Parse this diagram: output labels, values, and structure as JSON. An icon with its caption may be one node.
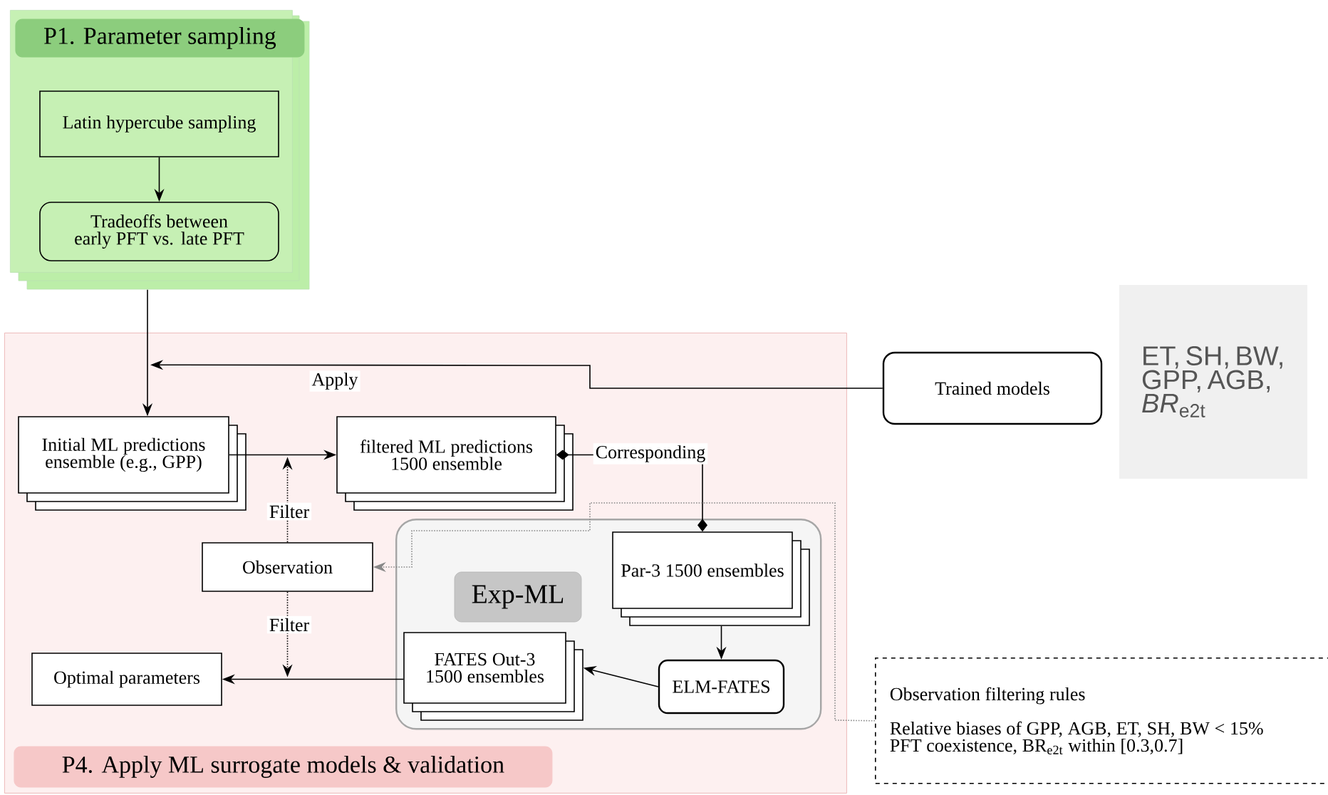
{
  "diagram": {
    "nodes": [
      {
        "text": [
          "P1. Parameter sampling"
        ]
      },
      {
        "text": [
          "Latin hypercube sampling"
        ],
        "in": 0
      },
      {
        "text": [
          "Tradeoffs between early PFT vs. late PFT"
        ],
        "in": 0
      },
      {
        "text": [
          "P4. Apply ML surrogate models & validation"
        ]
      },
      {
        "text": [
          "Initial ML predictions ensemble (e.g., GPP)"
        ],
        "in": 3
      },
      {
        "text": [
          "filtered ML predictions 1500 ensemble"
        ],
        "in": 3
      },
      {
        "text": [
          "Exp-ML"
        ],
        "in": 3
      },
      {
        "text": [
          "Observation"
        ],
        "in": 3
      },
      {
        "text": [
          "Par-3 1500 ensembles"
        ],
        "in": 6
      },
      {
        "text": [
          "ELM-FATES"
        ],
        "in": 6
      },
      {
        "text": [
          "FATES Out-3 1500 ensembles"
        ],
        "in": 6
      },
      {
        "text": [
          "Optimal parameters"
        ],
        "in": 3
      },
      {
        "text": [
          "Trained models"
        ]
      },
      {
        "text": [
          "ET, SH, BW, GPP, AGB, *BR*$_{e2t}$"
        ]
      },
      {
        "text": [
          "Observation filtering rules",
          "Relative biases of GPP, AGB, ET, SH, BW < 15%",
          "PFT coexistence, BR$_{e2t}$ within [0.3,0.7]"
        ]
      }
    ],
    "edges": [
      {
        "from": 1,
        "to": 2,
        "arrow": "to"
      },
      {
        "from": 0,
        "to": 4,
        "arrow": "to"
      },
      {
        "from": 12,
        "to": 4,
        "arrow": "to",
        "label": "Apply"
      },
      {
        "from": 4,
        "to": 5,
        "arrow": "to"
      },
      {
        "from": 7,
        "to": null,
        "arrow": "to",
        "style": "dashed",
        "label": "Filter"
      },
      {
        "from": 5,
        "to": 8,
        "arrow": "other",
        "label": "Corresponding"
      },
      {
        "from": 8,
        "to": 9,
        "arrow": "to"
      },
      {
        "from": 9,
        "to": 10,
        "arrow": "to"
      },
      {
        "from": 10,
        "to": 11,
        "arrow": "to"
      },
      {
        "from": 7,
        "to": null,
        "arrow": "to",
        "style": "dashed",
        "label": "Filter"
      },
      {
        "from": 14,
        "to": 7,
        "arrow": "to",
        "style": "dashed",
        "color": "#888888"
      }
    ]
  }
}
